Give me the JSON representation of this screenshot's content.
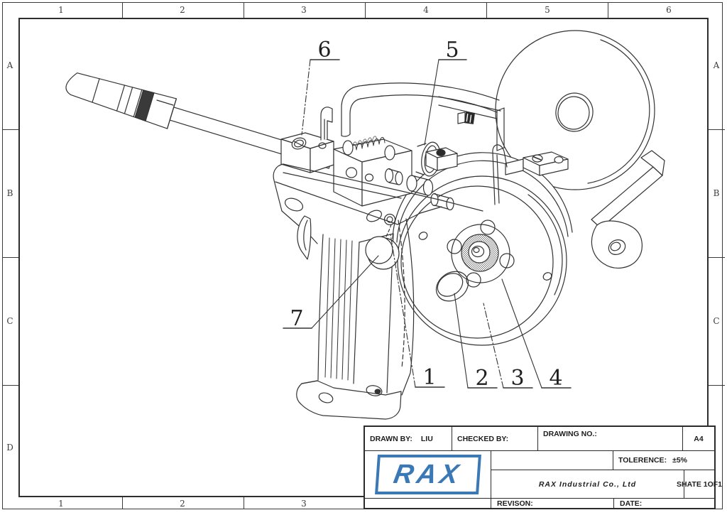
{
  "sheet": {
    "columns": [
      "1",
      "2",
      "3",
      "4",
      "5",
      "6"
    ],
    "bottom_columns": [
      "1",
      "2",
      "3"
    ],
    "rows": [
      "A",
      "B",
      "C",
      "D"
    ],
    "right_rows": [
      "A",
      "B",
      "C"
    ]
  },
  "title_block": {
    "drawn_by_label": "DRAWN BY:",
    "drawn_by_value": "LIU",
    "checked_by_label": "CHECKED BY:",
    "drawing_no_label": "DRAWING NO.:",
    "paper_size": "A4",
    "tolerance_label": "TOLERENCE:",
    "tolerance_value": "±5%",
    "company_name": "RAX Industrial Co., Ltd",
    "sheet_label": "SHATE 1OF1",
    "revision_label": "REVISON:",
    "date_label": "DATE:",
    "logo_text": "RAX",
    "logo_color": "#3b78b6"
  },
  "drawing": {
    "description": "Isometric line drawing of handheld rebar tying tool with wire spool",
    "line_color": "#333333",
    "callouts": [
      "1",
      "2",
      "3",
      "4",
      "5",
      "6",
      "7"
    ]
  }
}
